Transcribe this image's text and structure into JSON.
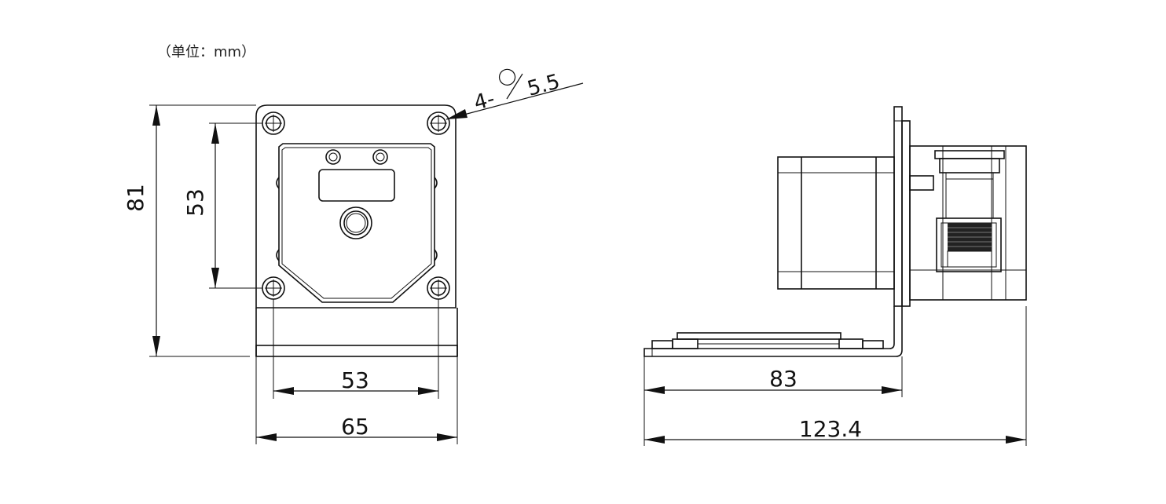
{
  "units_note": "（单位：mm）",
  "hole_callout": "4-",
  "hole_diameter": "5.5",
  "front_view": {
    "dim_height_total": "81",
    "dim_height_holes": "53",
    "dim_width_holes": "53",
    "dim_width_total": "65"
  },
  "side_view": {
    "dim_base_length": "83",
    "dim_total_length": "123.4"
  }
}
